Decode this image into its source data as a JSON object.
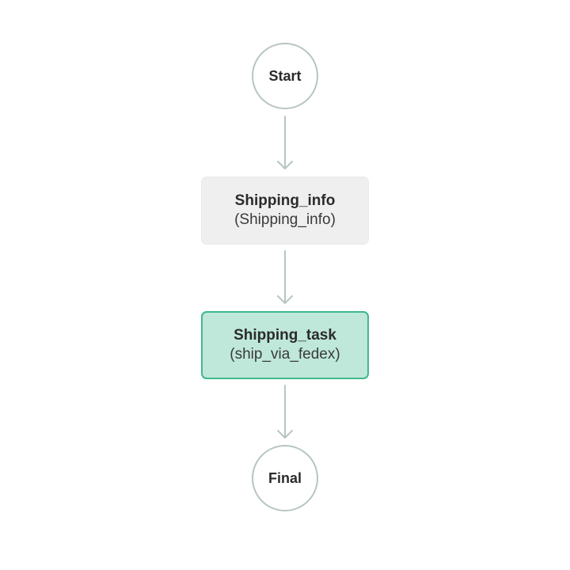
{
  "diagram": {
    "start": {
      "label": "Start"
    },
    "shipping_info": {
      "name": "Shipping_info",
      "subtitle": "(Shipping_info)"
    },
    "shipping_task": {
      "name": "Shipping_task",
      "subtitle": "(ship_via_fedex)"
    },
    "final": {
      "label": "Final"
    },
    "colors": {
      "edge": "#b7c6c2",
      "info_fill": "#efefef",
      "task_fill": "#bfe8da",
      "task_border": "#3fb98b"
    }
  }
}
